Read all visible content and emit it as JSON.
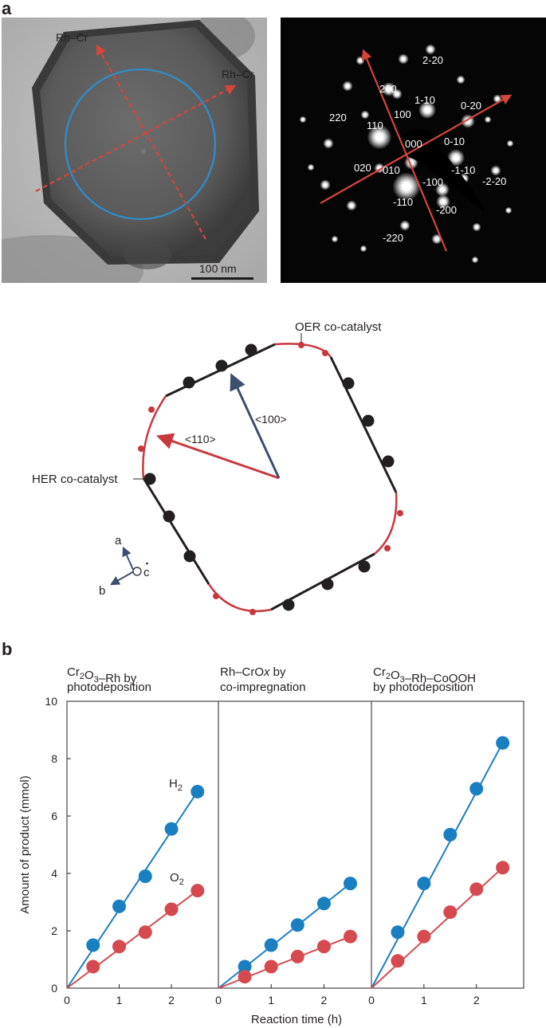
{
  "panel_a": {
    "letter": "a",
    "tem": {
      "label_rh_cr_1": "Rh–Cr",
      "label_rh_cr_2": "Rh–Cr",
      "scale_bar": "100 nm"
    },
    "diffraction": {
      "spots": [
        {
          "label": "2-20"
        },
        {
          "label": "200"
        },
        {
          "label": "1-10"
        },
        {
          "label": "100"
        },
        {
          "label": "0-20"
        },
        {
          "label": "220"
        },
        {
          "label": "110"
        },
        {
          "label": "000"
        },
        {
          "label": "0-10"
        },
        {
          "label": "020"
        },
        {
          "label": "010"
        },
        {
          "label": "-1-10"
        },
        {
          "label": "-100"
        },
        {
          "label": "-2-20"
        },
        {
          "label": "-110"
        },
        {
          "label": "-200"
        },
        {
          "label": "-220"
        }
      ]
    },
    "schematic": {
      "oer_label": "OER co-catalyst",
      "her_label": "HER co-catalyst",
      "dir_110": "<110>",
      "dir_100": "<100>",
      "axis_a": "a",
      "axis_b": "b",
      "axis_c": "c",
      "colors": {
        "her": "#231f20",
        "oer": "#c8393f",
        "vector_100": "#3d4f6e"
      }
    }
  },
  "panel_b": {
    "letter": "b",
    "ylabel": "Amount of product (mmol)",
    "xlabel": "Reaction time (h)",
    "h2_label": "H",
    "h2_sub": "2",
    "o2_label": "O",
    "o2_sub": "2",
    "titles": [
      {
        "line1_parts": [
          {
            "t": "Cr"
          },
          {
            "t": "2",
            "sub": true
          },
          {
            "t": "O"
          },
          {
            "t": "3",
            "sub": true
          },
          {
            "t": "–Rh by"
          }
        ],
        "line2": "photodeposition"
      },
      {
        "line1_parts": [
          {
            "t": "Rh–CrO"
          },
          {
            "t": "x",
            "italic": true
          },
          {
            "t": " by"
          }
        ],
        "line2": "co-impregnation"
      },
      {
        "line1_parts": [
          {
            "t": "Cr"
          },
          {
            "t": "2",
            "sub": true
          },
          {
            "t": "O"
          },
          {
            "t": "3",
            "sub": true
          },
          {
            "t": "–Rh–CoOOH"
          }
        ],
        "line2": "by photodeposition"
      }
    ]
  },
  "chart_data": {
    "type": "scatter",
    "xlabel": "Reaction time (h)",
    "ylabel": "Amount of product (mmol)",
    "ylim": [
      0,
      10
    ],
    "xlim": [
      0,
      2.9
    ],
    "yticks": [
      0,
      2,
      4,
      6,
      8,
      10
    ],
    "xticks": [
      0,
      1,
      2
    ],
    "grid": false,
    "colors": {
      "H2": "#1a7fc1",
      "O2": "#d44a4f"
    },
    "panels": [
      {
        "x": [
          0.5,
          1.0,
          1.5,
          2.0,
          2.5
        ],
        "series": [
          {
            "name": "H2",
            "values": [
              1.5,
              2.85,
              3.9,
              5.55,
              6.85
            ]
          },
          {
            "name": "O2",
            "values": [
              0.75,
              1.45,
              1.95,
              2.75,
              3.4
            ]
          }
        ],
        "fit": {
          "H2": [
            [
              0,
              0
            ],
            [
              2.5,
              6.85
            ]
          ],
          "O2": [
            [
              0,
              0
            ],
            [
              2.5,
              3.4
            ]
          ]
        }
      },
      {
        "x": [
          0.5,
          1.0,
          1.5,
          2.0,
          2.5
        ],
        "series": [
          {
            "name": "H2",
            "values": [
              0.75,
              1.5,
              2.2,
              2.95,
              3.65
            ]
          },
          {
            "name": "O2",
            "values": [
              0.4,
              0.75,
              1.1,
              1.45,
              1.8
            ]
          }
        ],
        "fit": {
          "H2": [
            [
              0,
              0
            ],
            [
              2.5,
              3.65
            ]
          ],
          "O2": [
            [
              0,
              0
            ],
            [
              2.5,
              1.8
            ]
          ]
        }
      },
      {
        "x": [
          0.5,
          1.0,
          1.5,
          2.0,
          2.5
        ],
        "series": [
          {
            "name": "H2",
            "values": [
              1.95,
              3.65,
              5.35,
              6.95,
              8.55
            ]
          },
          {
            "name": "O2",
            "values": [
              0.95,
              1.8,
              2.65,
              3.45,
              4.2
            ]
          }
        ],
        "fit": {
          "H2": [
            [
              0,
              0
            ],
            [
              2.5,
              8.55
            ]
          ],
          "O2": [
            [
              0,
              0
            ],
            [
              2.5,
              4.2
            ]
          ]
        }
      }
    ]
  }
}
